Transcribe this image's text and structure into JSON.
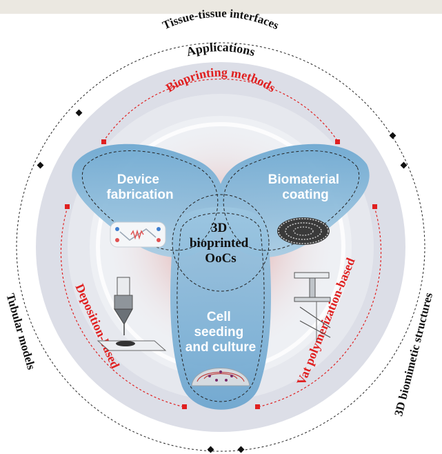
{
  "outer_labels": {
    "top": "Tissue-tissue interfaces",
    "left": "Tubular models",
    "right": "3D biomimetic structures"
  },
  "applications_label": "Applications",
  "methods": {
    "top": "Bioprinting methods",
    "left": "Deposition-based",
    "right": "Vat polymerization-based"
  },
  "lobes": {
    "device": {
      "line1": "Device",
      "line2": "fabrication"
    },
    "biomaterial": {
      "line1": "Biomaterial",
      "line2": "coating"
    },
    "cell": {
      "line1": "Cell",
      "line2": "seeding",
      "line3": "and culture"
    }
  },
  "center": {
    "line1": "3D",
    "line2": "bioprinted",
    "line3": "OoCs"
  },
  "icons": {
    "device": "microfluidic-chip-icon",
    "biomaterial": "porous-scaffold-icon",
    "cell": "cell-culture-icon",
    "extrusion": "extrusion-printer-icon",
    "vat": "vat-printer-icon"
  },
  "colors": {
    "background_top": "#ebe8e1",
    "outer_disk": "#dcdee7",
    "inner_disk": "#eef0f4",
    "center_glow": "#e9c7c7",
    "lobe_blue": "#7fb3d6",
    "accent_red": "#e02020",
    "text_dark": "#111111"
  }
}
